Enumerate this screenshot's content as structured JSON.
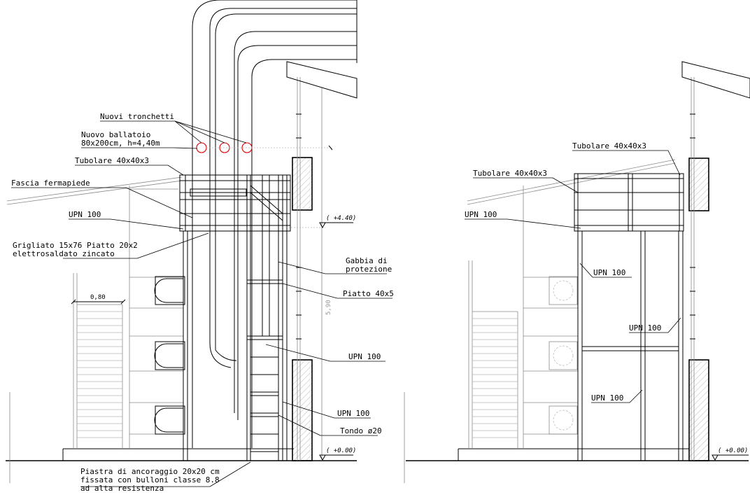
{
  "colors": {
    "line": "#000000",
    "secondary_line": "#8a8a8a",
    "light_line": "#b5b5b5",
    "marker": "#e00000",
    "background": "#ffffff"
  },
  "left_view": {
    "labels": {
      "nuovi_tronchetti": "Nuovi tronchetti",
      "nuovo_ballatoio_1": "Nuovo ballatoio",
      "nuovo_ballatoio_2": "80x200cm, h=4,40m",
      "tubolare": "Tubolare 40x40x3",
      "fascia": "Fascia fermapiede",
      "upn_top": "UPN 100",
      "grigliato_1": "Grigliato 15x76 Piatto 20x2",
      "grigliato_2": "elettrosaldato zincato",
      "gabbia_1": "Gabbia di",
      "gabbia_2": "protezione",
      "piatto": "Piatto 40x5",
      "upn_mid": "UPN 100",
      "upn_low": "UPN 100",
      "tondo": "Tondo ø20",
      "piastra_1": "Piastra di ancoraggio 20x20 cm",
      "piastra_2": "fissata con bulloni classe 8.8",
      "piastra_3": "ad alta resistenza"
    },
    "dimensions": {
      "width": "0,80",
      "height": "5,90",
      "level_top": "( +4.40)",
      "level_ground": "( +0.00)"
    }
  },
  "right_view": {
    "labels": {
      "tubolare_top": "Tubolare 40x40x3",
      "tubolare_left": "Tubolare 40x40x3",
      "upn_top": "UPN 100",
      "upn_a": "UPN 100",
      "upn_b": "UPN 100",
      "upn_c": "UPN 100"
    },
    "dimensions": {
      "level_ground": "( +0.00)"
    }
  }
}
